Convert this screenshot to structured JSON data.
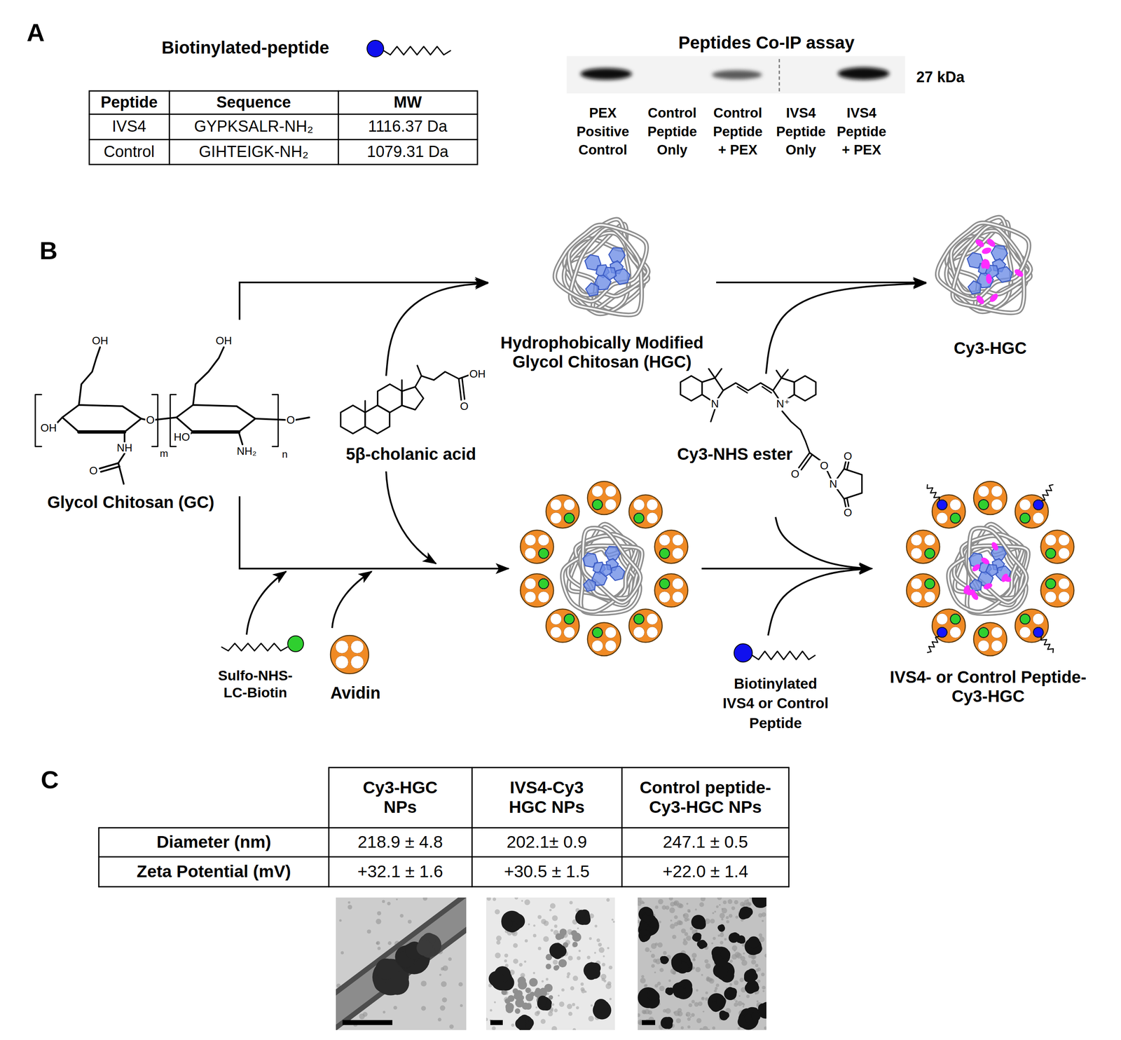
{
  "diagram": {
    "nodes": [
      {
        "text": [
          "Glycol Chitosan (GC)"
        ]
      },
      {
        "text": [
          "5β-cholanic acid"
        ]
      },
      {
        "text": [
          "Hydrophobically Modified Glycol Chitosan (HGC)"
        ]
      },
      {
        "text": [
          "Cy3-NHS ester"
        ]
      },
      {
        "text": [
          "Cy3-HGC"
        ]
      },
      {
        "text": [
          "Sulfo-NHS- LC-Biotin"
        ]
      },
      {
        "text": [
          "Avidin"
        ]
      },
      {
        "text": [
          "Biotinylated IVS4 or Control Peptide"
        ]
      },
      {
        "text": [
          "IVS4- or Control Peptide- Cy3-HGC"
        ]
      }
    ],
    "edges": [
      {
        "from": 0,
        "to": 2,
        "arrow": "to"
      },
      {
        "from": 1,
        "to": 2,
        "arrow": "to"
      },
      {
        "from": 2,
        "to": 4,
        "arrow": "to"
      },
      {
        "from": 3,
        "to": 4,
        "arrow": "to"
      },
      {
        "from": 3,
        "to": 8,
        "arrow": "to"
      },
      {
        "from": 7,
        "to": 8,
        "arrow": "to"
      }
    ],
    "labels": [
      "A",
      "Biotinylated-peptide",
      "Peptide",
      "Sequence",
      "MW",
      "IVS4",
      "GYPKSALR-NH₂",
      "1116.37 Da",
      "Control",
      "GIHTEIGK-NH₂",
      "1079.31 Da",
      "Peptides Co-IP assay",
      "27 kDa",
      "PEX Positive Control",
      "Control Peptide Only",
      "Control Peptide + PEX",
      "IVS4 Peptide Only",
      "IVS4 Peptide + PEX",
      "B",
      "OH",
      "OH",
      "OH",
      "O",
      "HO",
      "NH",
      "O",
      "m",
      "NH₂",
      "n",
      "O",
      "OH",
      "O",
      "N",
      "N⁺",
      "O",
      "O",
      "N",
      "O",
      "O",
      "C",
      "Cy3-HGC NPs",
      "IVS4-Cy3 HGC NPs",
      "Control peptide- Cy3-HGC NPs",
      "Diameter (nm)",
      "218.9 ± 4.8",
      "202.1± 0.9",
      "247.1 ± 0.5",
      "Zeta Potential (mV)",
      "+32.1 ± 1.6",
      "+30.5 ± 1.5",
      "+22.0 ± 1.4"
    ]
  }
}
